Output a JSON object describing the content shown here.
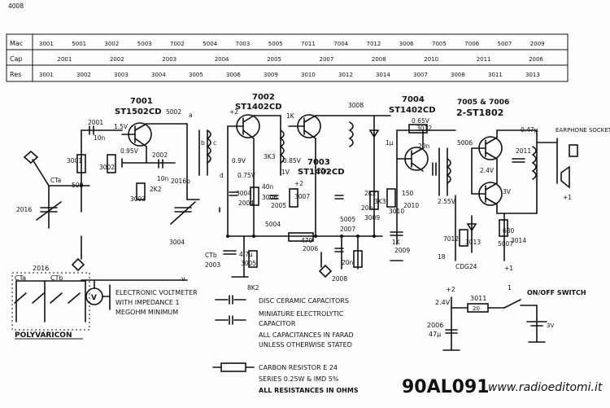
{
  "table": {
    "rows": [
      {
        "label": "Mac",
        "cells": [
          "3001",
          "5001",
          "3002",
          "5003",
          "7002",
          "5004",
          "7003",
          "5005",
          "7011",
          "7004",
          "7012",
          "3006",
          "7005",
          "7006",
          "5007",
          "2009"
        ]
      },
      {
        "label": "Cap",
        "cells": [
          "2001",
          "2002",
          "2003",
          "2004",
          "2005",
          "2007",
          "2008",
          "2010",
          "2011",
          "2006"
        ]
      },
      {
        "label": "Res",
        "cells": [
          "3001",
          "3002",
          "3003",
          "3004",
          "3005",
          "3006",
          "3009",
          "3010",
          "3012",
          "3014",
          "3007",
          "3008",
          "3011",
          "3013"
        ]
      }
    ]
  },
  "transistors": {
    "t7001": {
      "ref": "7001",
      "type": "ST1502CD"
    },
    "t7002": {
      "ref": "7002",
      "type": "ST1402CD"
    },
    "t7003": {
      "ref": "7003",
      "type": "ST1402CD"
    },
    "t7004": {
      "ref": "7004",
      "type": "ST1402CD"
    },
    "t7005": {
      "ref": "7005 & 7006",
      "type": "2-ST1802"
    }
  },
  "labels": {
    "earphone": "EARPHONE SOCKET",
    "varicon": "POLYVARICON",
    "onoff": "ON/OFF SWITCH",
    "model": "90AL091",
    "website": "www.radioeditomi.it",
    "cta": "CTa",
    "ctb": "CTb",
    "ct2016": "2016"
  },
  "components": [
    "2001",
    "10n",
    "1.5V",
    "0.95V",
    "3001",
    "2016",
    "CTa",
    "500",
    "3002",
    "2K2",
    "3003",
    "2002",
    "10n",
    "5002",
    "a",
    "b",
    "c",
    "d",
    "3004",
    "2016b",
    "CTb",
    "2003",
    "4.7μ",
    "3005",
    "8K2",
    "+2",
    "0.9V",
    "0.75V",
    "3004",
    "2004",
    "40n",
    "3006",
    "3K3",
    "1K",
    "0.85V",
    "1V",
    "5004",
    "2005",
    "20n",
    "+2",
    "3007",
    "470",
    "2006",
    "2K2",
    "3008",
    "5005",
    "2007",
    "20n",
    "2008",
    "20n",
    "3009",
    "3K3",
    "3010",
    "1K",
    "2009",
    "1μ",
    "0.65V",
    "3012",
    "150",
    "2010",
    "20n",
    "2.55V",
    "5006",
    "2.4V",
    "3V",
    "2011",
    "0.47μ",
    "5007",
    "3013",
    "680",
    "3014",
    "18",
    "7012",
    "CDG24",
    "+1",
    "+1",
    "4008"
  ],
  "legend": {
    "voltmeter": [
      "ELECTRONIC VOLTMETER",
      "WITH IMPEDANCE 1",
      "MEGOHM MINIMUM"
    ],
    "capacitors": [
      "DISC CERAMIC CAPACITORS",
      "MINIATURE ELECTROLYTIC",
      "CAPACITOR",
      "ALL CAPACITANCES IN FARAD",
      "UNLESS OTHERWISE STATED"
    ],
    "resistors": [
      "CARBON RESISTOR E 24",
      "SERIES 0.25W & IMD 5%",
      "ALL RESISTANCES IN OHMS"
    ]
  },
  "supply": {
    "v2": "+2",
    "v24": "2.4V",
    "r3011": "3011",
    "r3011v": "20",
    "c2006": "2006",
    "c2006v": "47μ",
    "batt": "3V",
    "one": "1"
  }
}
